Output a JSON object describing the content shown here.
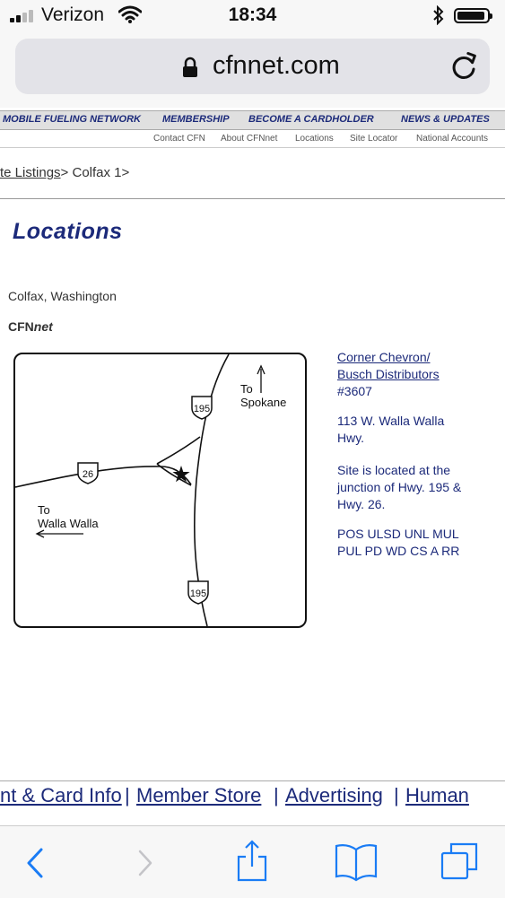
{
  "status_bar": {
    "carrier": "Verizon",
    "time": "18:34"
  },
  "browser": {
    "url": "cfnnet.com"
  },
  "main_nav": [
    "MOBILE FUELING NETWORK",
    "MEMBERSHIP",
    "BECOME A CARDHOLDER",
    "NEWS & UPDATES"
  ],
  "sub_nav": [
    "Contact CFN",
    "About CFNnet",
    "Locations",
    "Site Locator",
    "National Accounts"
  ],
  "breadcrumb": {
    "link": "te Listings",
    "sep1": ">",
    "current": " Colfax 1",
    "sep2": ">"
  },
  "page": {
    "title": "Locations",
    "city": "Colfax, Washington",
    "brand_prefix": "CFN",
    "brand_suffix": "net"
  },
  "map": {
    "to_spokane_1": "To",
    "to_spokane_2": "Spokane",
    "to_walla_1": "To",
    "to_walla_2": "Walla Walla",
    "shield_north": "195",
    "shield_south": "195",
    "shield_west": "26"
  },
  "site": {
    "name_line1": "Corner Chevron/",
    "name_line2": "Busch Distributors",
    "number": "#3607",
    "address_line1": "113 W. Walla Walla",
    "address_line2": "Hwy.",
    "desc_line1": "Site is located at the",
    "desc_line2": "junction of Hwy. 195 &",
    "desc_line3": "Hwy. 26.",
    "services_line1": "POS ULSD UNL MUL",
    "services_line2": "PUL PD WD CS A RR"
  },
  "footer_links": [
    "nt & Card Info",
    "|",
    "Member Store",
    "|",
    "Advertising",
    "|",
    "Human"
  ],
  "colors": {
    "link": "#1c2a7a",
    "bar": "#e0e0e0"
  }
}
